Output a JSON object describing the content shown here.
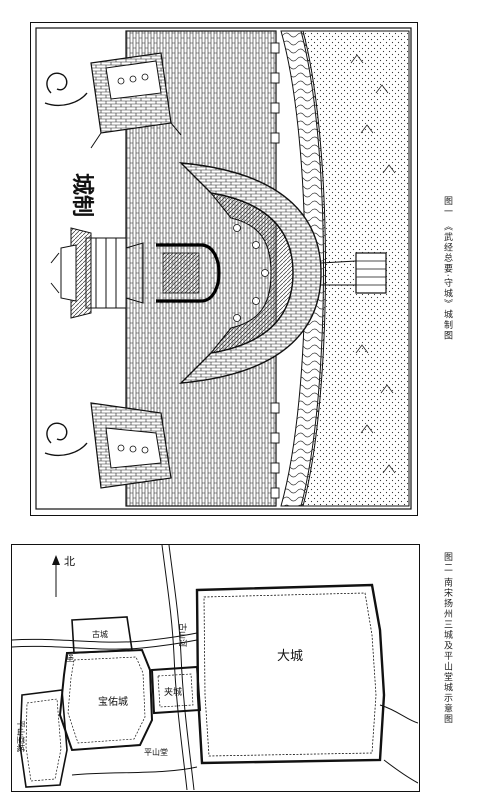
{
  "figure_1": {
    "caption": "图一 《武经总要·守城》城制图",
    "title": "城制"
  },
  "figure_2": {
    "caption": "图二 南宋扬州三城及平山堂城示意图",
    "north_label": "北",
    "labels": {
      "da_cheng": "大城",
      "jia_cheng": "夹城",
      "bao_you_cheng": "宝佑城",
      "ping_shan_tang_cheng": "平山堂城",
      "ping_shan_tang": "平山堂",
      "gu_shan_he": "古山河",
      "gu_cheng": "古城",
      "bao_cheng": "堡"
    }
  }
}
